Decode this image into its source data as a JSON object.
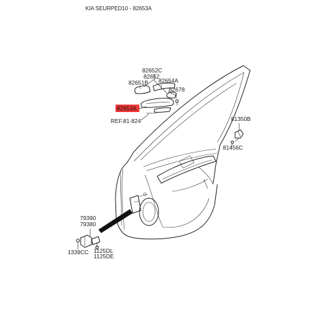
{
  "header": {
    "title": "KIA SEURPED10 - 82653A"
  },
  "labels": {
    "p82652C": "82652C",
    "p82652": "82652",
    "p82651B": "82651B",
    "p82654A": "82654A",
    "p82678": "82678",
    "p82653A": "82653A",
    "ref": "REF.81-824",
    "p81350B": "81350B",
    "p81456C": "81456C",
    "p79390": "79390",
    "p79380": "79380",
    "p1339CC": "1339CC",
    "p1125DL": "1125DL",
    "p1125DE": "1125DE"
  },
  "colors": {
    "highlight": "#f03838",
    "line": "#222222",
    "background": "#ffffff"
  }
}
